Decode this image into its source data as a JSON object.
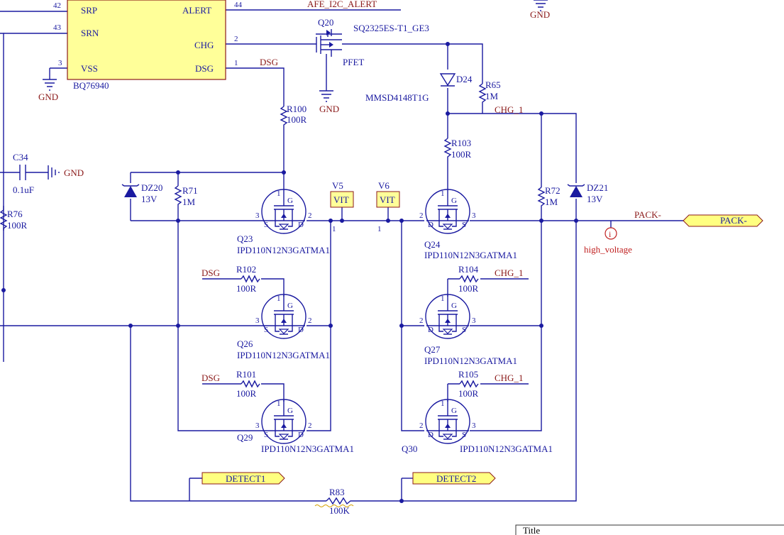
{
  "ic": {
    "name": "BQ76940",
    "pins_left": [
      {
        "num": "42",
        "name": "SRP"
      },
      {
        "num": "43",
        "name": "SRN"
      },
      {
        "num": "3",
        "name": "VSS"
      }
    ],
    "pins_right": [
      {
        "num": "44",
        "name": "ALERT"
      },
      {
        "num": "2",
        "name": "CHG"
      },
      {
        "num": "1",
        "name": "DSG"
      }
    ]
  },
  "nets": {
    "afe_alert": "AFE_I2C_ALERT",
    "dsg": "DSG",
    "chg": "CHG_1",
    "gnd": "GND",
    "pack_minus": "PACK-",
    "high_voltage": "high_voltage"
  },
  "ports": {
    "pack": "PACK-",
    "detect1": "DETECT1",
    "detect2": "DETECT2"
  },
  "vit": {
    "label": "VIT",
    "v5": "V5",
    "v6": "V6",
    "pin": "1"
  },
  "pfet": {
    "ref": "Q20",
    "part": "SQ2325ES-T1_GE3",
    "type": "PFET"
  },
  "diode": {
    "ref": "D24",
    "part": "MMSD4148T1G"
  },
  "caps": {
    "c34": {
      "ref": "C34",
      "value": "0.1uF"
    }
  },
  "resistors": {
    "r100": {
      "ref": "R100",
      "value": "100R"
    },
    "r103": {
      "ref": "R103",
      "value": "100R"
    },
    "r65": {
      "ref": "R65",
      "value": "1M"
    },
    "r71": {
      "ref": "R71",
      "value": "1M"
    },
    "r72": {
      "ref": "R72",
      "value": "1M"
    },
    "r76": {
      "ref": "R76",
      "value": "100R"
    },
    "r102": {
      "ref": "R102",
      "value": "100R"
    },
    "r104": {
      "ref": "R104",
      "value": "100R"
    },
    "r101": {
      "ref": "R101",
      "value": "100R"
    },
    "r105": {
      "ref": "R105",
      "value": "100R"
    },
    "r83": {
      "ref": "R83",
      "value": "100K"
    }
  },
  "zeners": {
    "dz20": {
      "ref": "DZ20",
      "value": "13V"
    },
    "dz21": {
      "ref": "DZ21",
      "value": "13V"
    }
  },
  "mosfets": {
    "part": "IPD110N12N3GATMA1",
    "q23": "Q23",
    "q24": "Q24",
    "q26": "Q26",
    "q27": "Q27",
    "q29": "Q29",
    "q30": "Q30"
  },
  "pin_numbers": {
    "g": "1",
    "d": "2",
    "s": "3",
    "gl": "G",
    "sl": "S",
    "dl": "D"
  },
  "title_block": {
    "title": "Title"
  },
  "colors": {
    "wire": "#1a1aa0",
    "net": "#8b1a1a",
    "body": "#ffff99",
    "port": "#ffff80"
  }
}
